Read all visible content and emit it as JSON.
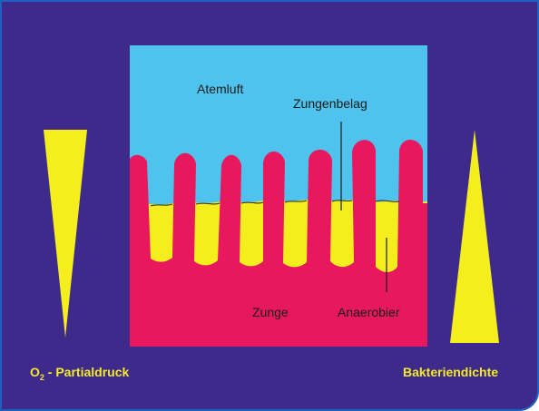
{
  "labels": {
    "atemluft": "Atemluft",
    "zungenbelag": "Zungenbelag",
    "zunge": "Zunge",
    "anaerobier": "Anaerobier",
    "o2_symbol": "O",
    "o2_subscript": "2",
    "o2_rest": " - Partialdruck",
    "bakteriendichte": "Bakteriendichte"
  },
  "colors": {
    "background": "#3d2a8a",
    "air": "#4fc3ee",
    "tongue": "#e8185e",
    "coating": "#f5ee1f",
    "triangles": "#f5ee1f",
    "side_text": "#f4ea2a"
  },
  "triangles": {
    "left": "pointing-down",
    "right": "pointing-up"
  }
}
